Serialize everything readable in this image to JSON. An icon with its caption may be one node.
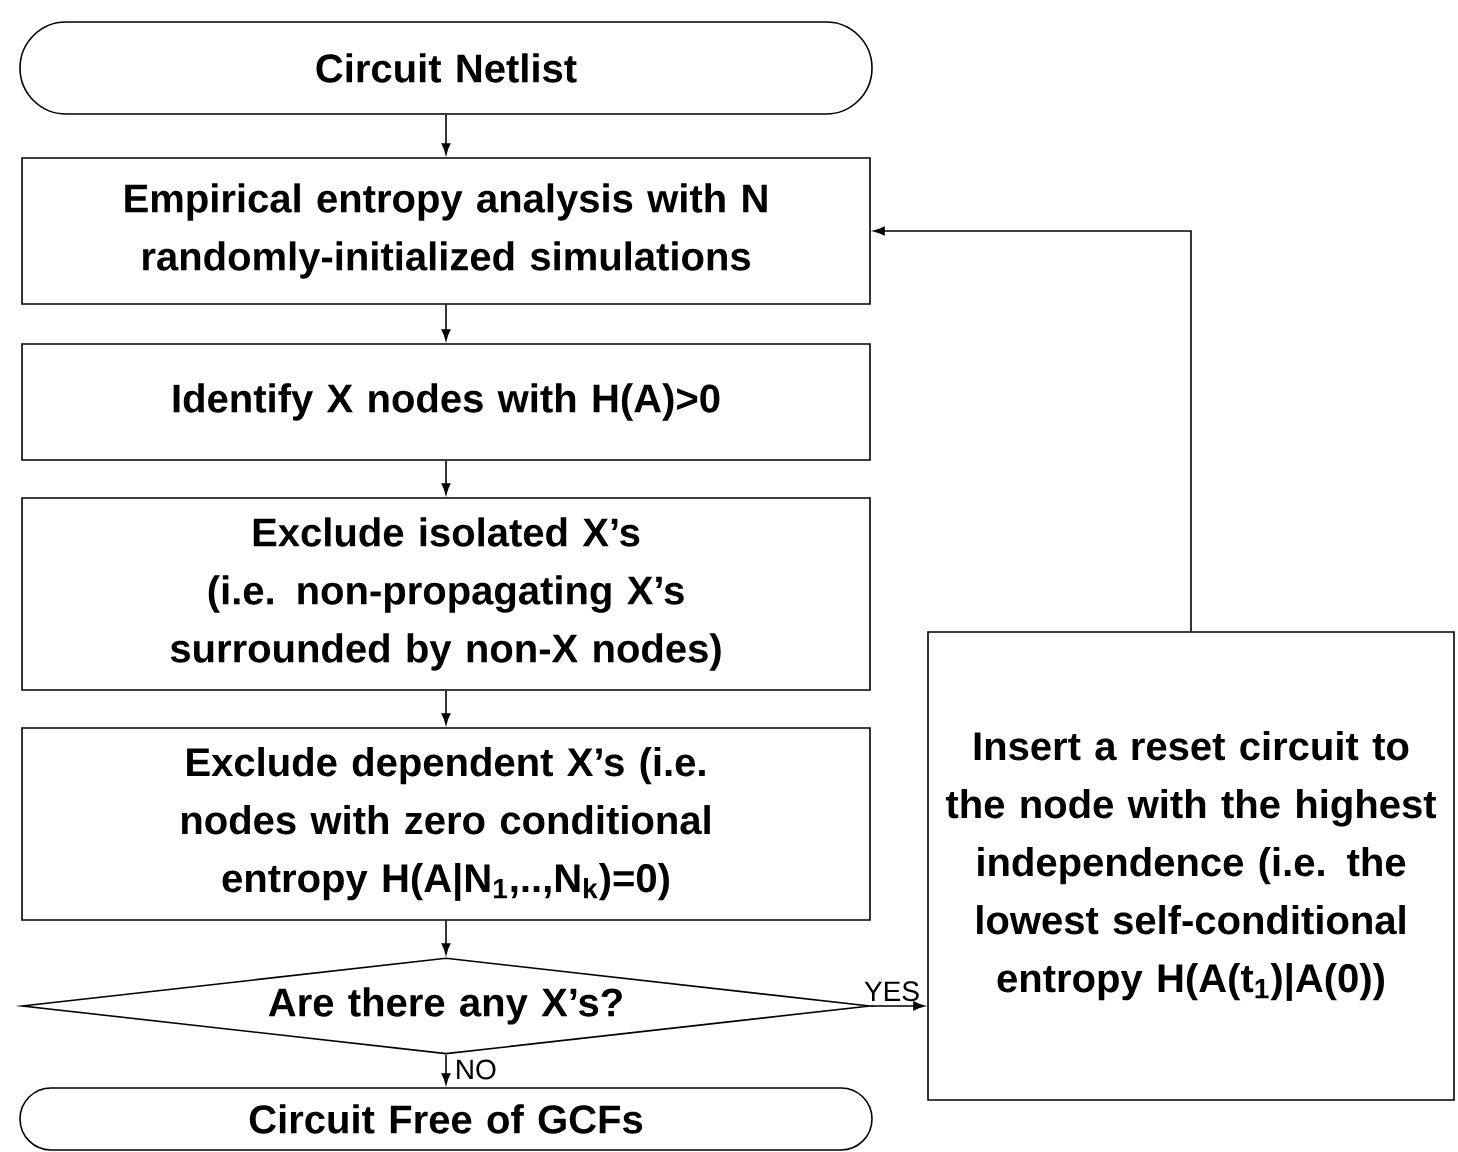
{
  "diagram": {
    "nodes": [
      {
        "text": [
          "Circuit Netlist"
        ]
      },
      {
        "text": [
          "Empirical entropy analysis with  N randomly-initialized simulations"
        ]
      },
      {
        "text": [
          "Identify X nodes with H(A)>0"
        ]
      },
      {
        "text": [
          "Exclude isolated X’s (i.e. non-propagating X’s surrounded by non-X nodes)"
        ]
      },
      {
        "text": [
          "Exclude dependent X’s (i.e. nodes with zero conditional entropy H(A|N$_{1}$,..,N$_{k}$)=0)"
        ]
      },
      {
        "text": [
          "Are there any X’s?"
        ]
      },
      {
        "text": [
          "Circuit Free of GCFs"
        ]
      },
      {
        "text": [
          "Insert a reset circuit to the node with the highest independence (i.e. the lowest self-conditional entropy H(A(t$_{1}$)|A(0))"
        ]
      }
    ],
    "edges": [
      {
        "from": 0,
        "to": 1,
        "arrow": "to"
      },
      {
        "from": 1,
        "to": 2,
        "arrow": "to"
      },
      {
        "from": 2,
        "to": 3,
        "arrow": "to"
      },
      {
        "from": 3,
        "to": 4,
        "arrow": "to"
      },
      {
        "from": 4,
        "to": 5,
        "arrow": "to"
      },
      {
        "from": 5,
        "to": 6,
        "arrow": "to",
        "label": "NO"
      },
      {
        "from": 5,
        "to": 7,
        "arrow": "to",
        "label": "YES"
      },
      {
        "from": 7,
        "to": 1,
        "arrow": "to"
      }
    ]
  }
}
